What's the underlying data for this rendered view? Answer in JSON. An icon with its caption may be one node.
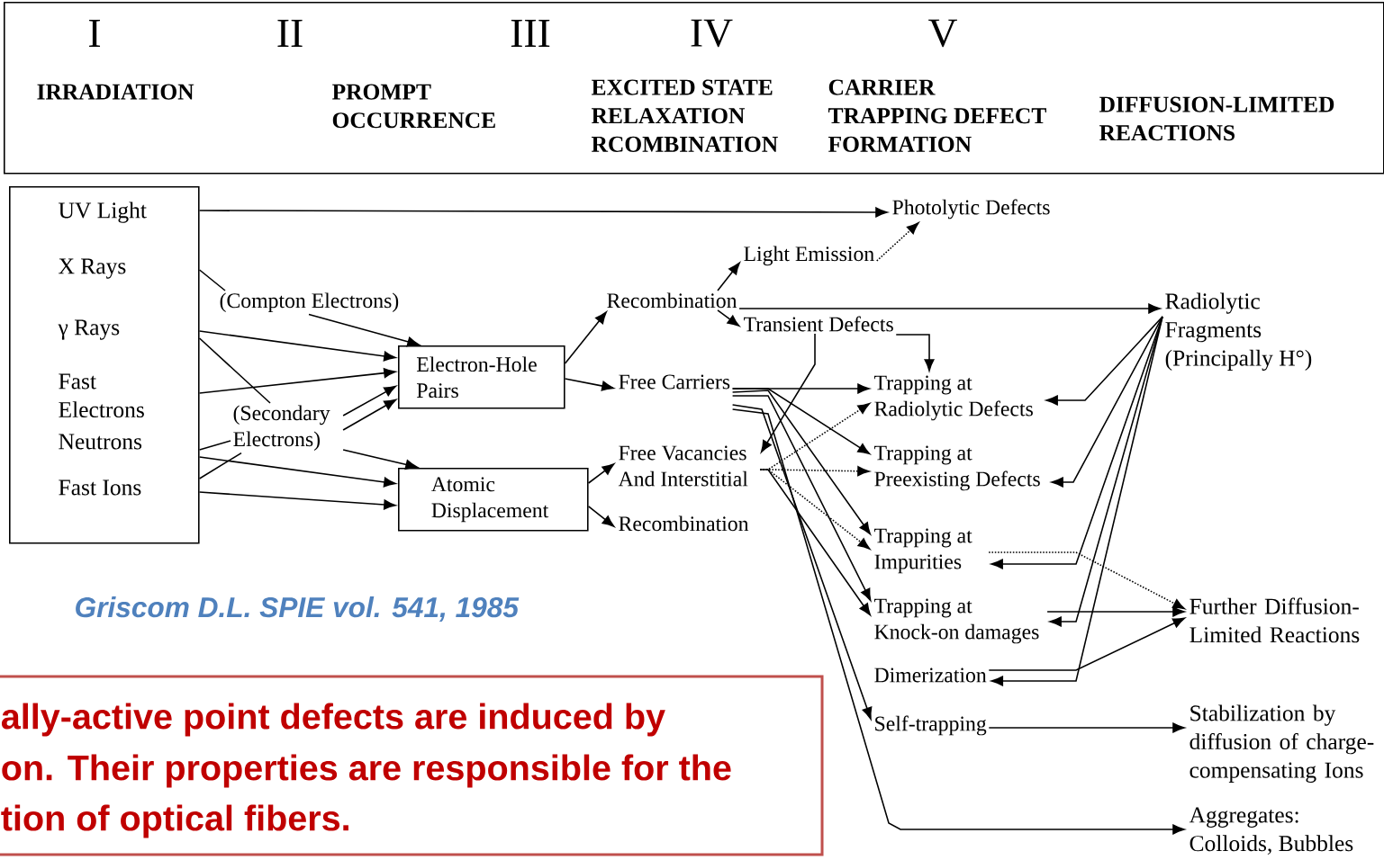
{
  "diagram": {
    "nodes": [
      {
        "text": [
          "I",
          "II",
          "III",
          "IV",
          "V",
          "IRRADIATION",
          "PROMPT OCCURRENCE",
          "EXCITED STATE RELAXATION RCOMBINATION",
          "CARRIER TRAPPING DEFECT FORMATION",
          "DIFFUSION-LIMITED REACTIONS"
        ]
      },
      {
        "text": [
          "UV Light",
          "X Rays",
          "γ Rays",
          "Fast Electrons",
          "Neutrons",
          "Fast Ions"
        ]
      },
      {
        "text": [
          "Photolytic Defects"
        ]
      },
      {
        "text": [
          "Light Emission"
        ]
      },
      {
        "text": [
          "(Compton Electrons)"
        ]
      },
      {
        "text": [
          "Recombination"
        ]
      },
      {
        "text": [
          "Transient Defects"
        ]
      },
      {
        "text": [
          "Radiolytic Fragments (Principally H°)"
        ]
      },
      {
        "text": [
          "Electron-Hole Pairs"
        ]
      },
      {
        "text": [
          "Free Carriers"
        ]
      },
      {
        "text": [
          "Trapping at Radiolytic Defects"
        ]
      },
      {
        "text": [
          "(Secondary Electrons)"
        ]
      },
      {
        "text": [
          "Free Vacancies And Interstitial"
        ]
      },
      {
        "text": [
          "Trapping at Preexisting Defects"
        ]
      },
      {
        "text": [
          "Atomic Displacement"
        ]
      },
      {
        "text": [
          "Recombination"
        ]
      },
      {
        "text": [
          "Trapping at Impurities"
        ]
      },
      {
        "text": [
          "Trapping at Knock-on damages"
        ]
      },
      {
        "text": [
          "Further Diffusion-Limited Reactions"
        ]
      },
      {
        "text": [
          "Dimerization"
        ]
      },
      {
        "text": [
          "Self-trapping"
        ]
      },
      {
        "text": [
          "Stabilization by diffusion of charge-compensating Ions"
        ]
      },
      {
        "text": [
          "Aggregates: Colloids, Bubbles"
        ]
      },
      {
        "text": [
          "ally-active point defects are induced by",
          "on. Their properties are responsible for the",
          "tion of optical fibers."
        ]
      }
    ],
    "edges": [
      {
        "from": 1,
        "to": 2,
        "arrow": "to"
      },
      {
        "from": 1,
        "to": 4,
        "arrow": "none"
      },
      {
        "from": 4,
        "to": 8,
        "arrow": "to"
      },
      {
        "from": 1,
        "to": 8,
        "arrow": "to"
      },
      {
        "from": 1,
        "to": 11,
        "arrow": "none"
      },
      {
        "from": 1,
        "to": 8,
        "arrow": "to"
      },
      {
        "from": 11,
        "to": 8,
        "arrow": "to"
      },
      {
        "from": 11,
        "to": 8,
        "arrow": "to"
      },
      {
        "from": 1,
        "to": 11,
        "arrow": "none"
      },
      {
        "from": 1,
        "to": 14,
        "arrow": "to"
      },
      {
        "from": 1,
        "to": 11,
        "arrow": "none"
      },
      {
        "from": 1,
        "to": 14,
        "arrow": "to"
      },
      {
        "from": 11,
        "to": 14,
        "arrow": "to"
      },
      {
        "from": 8,
        "to": 5,
        "arrow": "to"
      },
      {
        "from": 8,
        "to": 9,
        "arrow": "to"
      },
      {
        "from": 14,
        "to": 12,
        "arrow": "to"
      },
      {
        "from": 14,
        "to": 15,
        "arrow": "to"
      },
      {
        "from": 5,
        "to": 3,
        "arrow": "to"
      },
      {
        "from": 5,
        "to": 6,
        "arrow": "to"
      },
      {
        "from": 5,
        "to": 7,
        "arrow": "to"
      },
      {
        "from": 3,
        "to": 2,
        "arrow": "to",
        "style": "dashed"
      },
      {
        "from": 6,
        "to": 10,
        "arrow": "to"
      },
      {
        "from": 6,
        "to": 12,
        "arrow": "to"
      },
      {
        "from": 9,
        "to": 10,
        "arrow": "to"
      },
      {
        "from": 9,
        "to": 13,
        "arrow": "to"
      },
      {
        "from": 9,
        "to": 16,
        "arrow": "to"
      },
      {
        "from": 9,
        "to": 17,
        "arrow": "to"
      },
      {
        "from": 9,
        "to": 20,
        "arrow": "to"
      },
      {
        "from": 9,
        "to": 22,
        "arrow": "to"
      },
      {
        "from": 12,
        "to": 10,
        "arrow": "to",
        "style": "dashed"
      },
      {
        "from": 12,
        "to": 13,
        "arrow": "to",
        "style": "dashed"
      },
      {
        "from": 12,
        "to": 16,
        "arrow": "to",
        "style": "dashed"
      },
      {
        "from": 12,
        "to": 17,
        "arrow": "to"
      },
      {
        "from": 7,
        "to": 10,
        "arrow": "to"
      },
      {
        "from": 7,
        "to": 13,
        "arrow": "to"
      },
      {
        "from": 7,
        "to": 16,
        "arrow": "to"
      },
      {
        "from": 7,
        "to": 17,
        "arrow": "to"
      },
      {
        "from": 7,
        "to": 19,
        "arrow": "to"
      },
      {
        "from": 16,
        "to": 18,
        "arrow": "to",
        "style": "dashed"
      },
      {
        "from": 17,
        "to": 18,
        "arrow": "to"
      },
      {
        "from": 19,
        "to": 18,
        "arrow": "to"
      },
      {
        "from": 20,
        "to": 21,
        "arrow": "to"
      }
    ],
    "labels": [
      "Griscom D.L. SPIE vol. 541, 1985"
    ]
  }
}
